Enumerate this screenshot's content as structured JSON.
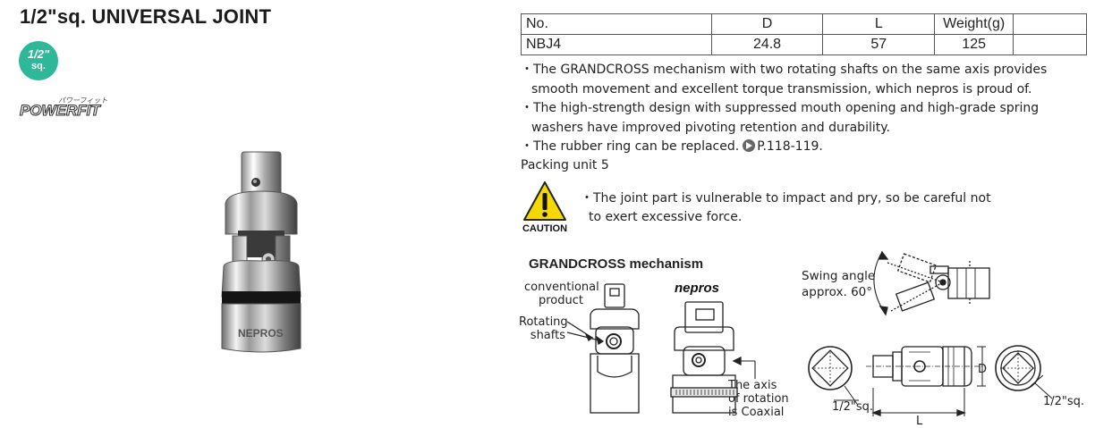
{
  "title": "1/2\"sq. UNIVERSAL JOINT",
  "badge": {
    "line1": "1/2\"",
    "line2": "sq."
  },
  "brand": {
    "powerfit": "POWERFIT",
    "katakana": "パワーフィット"
  },
  "product_photo_mark": "NEPROS",
  "table": {
    "headers": [
      "No.",
      "D",
      "L",
      "Weight(g)",
      ""
    ],
    "rows": [
      [
        "NBJ4",
        "24.8",
        "57",
        "125",
        ""
      ]
    ]
  },
  "bullets": [
    "・The GRANDCROSS mechanism with two rotating shafts on the same axis provides smooth movement and excellent torque transmission, which nepros is proud of.",
    "・The high-strength design with suppressed mouth opening and high-grade spring washers have improved pivoting retention and durability.",
    "・The rubber ring can be replaced."
  ],
  "page_ref": "P.118-119.",
  "packing": "Packing unit 5",
  "caution": {
    "label": "CAUTION",
    "text": "・The joint part is vulnerable to impact and pry, so be careful not to exert excessive force."
  },
  "diagram": {
    "title": "GRANDCROSS mechanism",
    "conventional": [
      "conventional",
      "product"
    ],
    "rotating": [
      "Rotating",
      "shafts"
    ],
    "nepros_logo": "nepros",
    "axis_note": [
      "The axis",
      "of rotation",
      "is Coaxial"
    ],
    "swing": [
      "Swing angle",
      "approx. 60°"
    ],
    "dim_d": "D",
    "dim_l": "L",
    "sq_left": "1/2\"sq.",
    "sq_right": "1/2\"sq."
  },
  "colors": {
    "badge": "#2fb79a",
    "caution_yellow": "#f4d800",
    "ink": "#222222"
  }
}
